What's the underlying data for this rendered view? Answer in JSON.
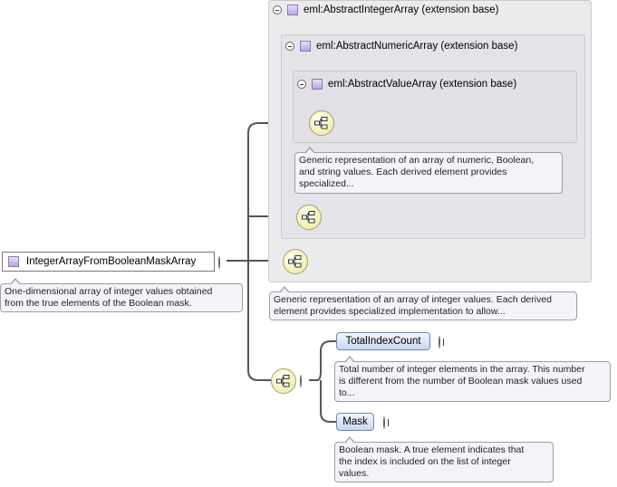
{
  "root": {
    "name": "IntegerArrayFromBooleanMaskArray",
    "doc": [
      "One-dimensional array of integer values obtained",
      "from the true elements of the Boolean mask."
    ]
  },
  "extensions": [
    {
      "label": "eml:AbstractIntegerArray (extension base)",
      "doc": [
        "Generic representation of an array of integer values. Each derived",
        "element provides specialized implementation to allow..."
      ]
    },
    {
      "label": "eml:AbstractNumericArray (extension base)"
    },
    {
      "label": "eml:AbstractValueArray (extension base)",
      "doc": [
        "Generic representation of an array of numeric, Boolean,",
        "and string values. Each derived element provides",
        "specialized..."
      ]
    }
  ],
  "elements": [
    {
      "name": "TotalIndexCount",
      "doc": [
        "Total number of integer elements in the array. This number",
        "is different from the number of Boolean mask values used",
        "to..."
      ]
    },
    {
      "name": "Mask",
      "doc": [
        "Boolean mask. A true element indicates that",
        "the index is included on the list of integer",
        "values."
      ]
    }
  ],
  "colors": {
    "connector": "#555555",
    "element_fill": "#c9d6f0",
    "note_fill": "#f5f3f8",
    "extension_fill": "#ebebed"
  },
  "icons": [
    "collapse-icon",
    "expand-icon",
    "complex-type-icon",
    "sequence-icon"
  ]
}
